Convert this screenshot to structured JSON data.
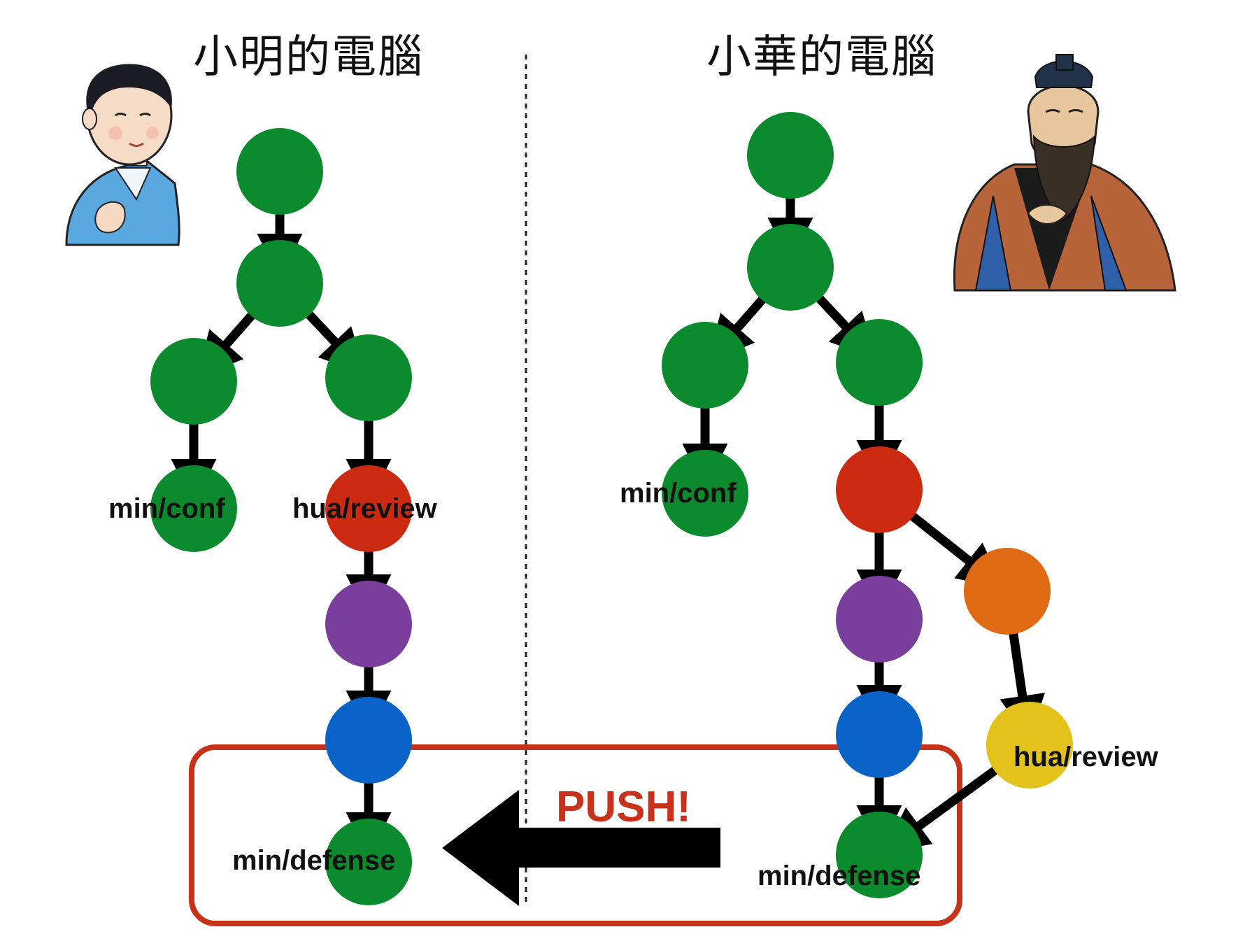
{
  "left_panel": {
    "title": "小明的電腦",
    "labels": {
      "min_conf": "min/conf",
      "hua_review": "hua/review",
      "min_defense": "min/defense"
    }
  },
  "right_panel": {
    "title": "小華的電腦",
    "labels": {
      "min_conf": "min/conf",
      "hua_review": "hua/review",
      "min_defense": "min/defense"
    }
  },
  "push": {
    "label": "PUSH!"
  },
  "colors": {
    "green": "#0b8a2e",
    "red": "#cc2a10",
    "purple": "#7a3f9c",
    "blue": "#0a63c7",
    "orange": "#e06a14",
    "yellow": "#e3c21c",
    "arrow": "#000000",
    "highlight": "#c8321a",
    "divider": "#222222"
  },
  "illustrations": [
    "boy-figure",
    "sage-figure"
  ]
}
